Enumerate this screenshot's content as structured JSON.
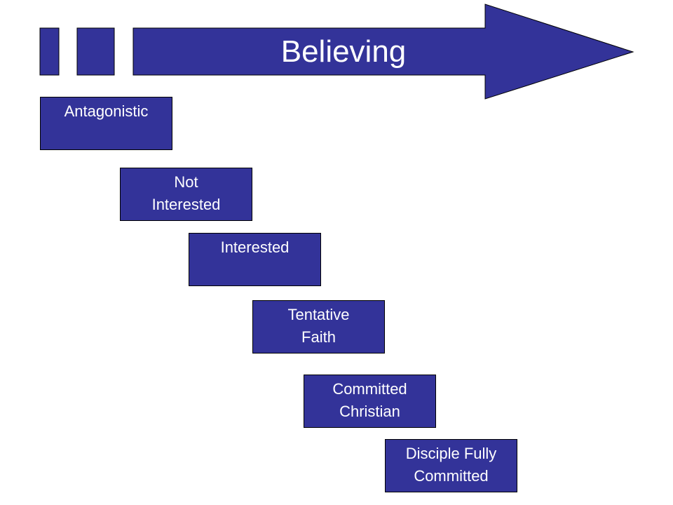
{
  "title": "Believing",
  "colors": {
    "fill": "#333399",
    "outline": "#000000",
    "text": "#ffffff"
  },
  "stages": [
    {
      "label": "Antagonistic"
    },
    {
      "label": "Not\nInterested"
    },
    {
      "label": "Interested"
    },
    {
      "label": "Tentative\nFaith"
    },
    {
      "label": "Committed\nChristian"
    },
    {
      "label": "Disciple Fully\nCommitted"
    }
  ]
}
